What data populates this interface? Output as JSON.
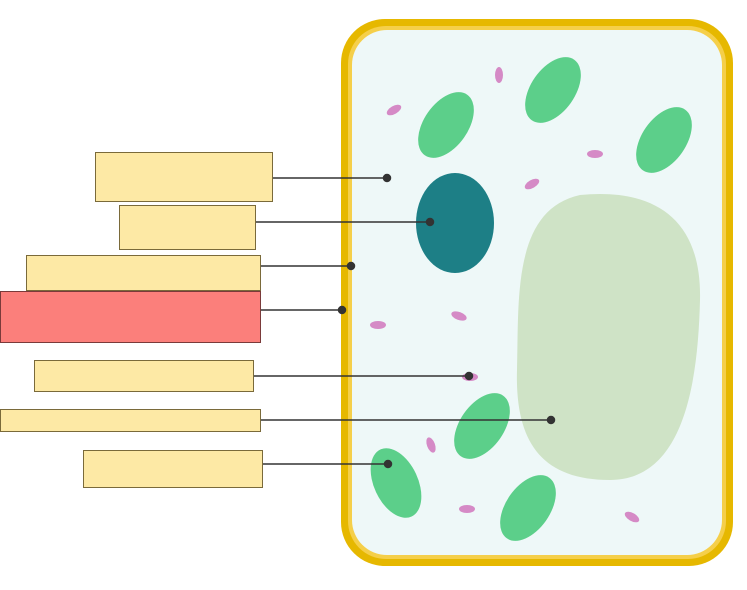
{
  "colors": {
    "cell_wall": "#e6b800",
    "cytoplasm": "#eef8f8",
    "chloroplast": "#5ccf8a",
    "nucleus": "#1d7f86",
    "vacuole": "#cfe3c6",
    "small_organelle": "#d58ac6",
    "label_fill": "#fde9a5",
    "label_fill_active": "#fb7f7b",
    "leader_line": "#333333"
  },
  "labels": [
    {
      "id": "label-box-0",
      "text": "",
      "state": "empty"
    },
    {
      "id": "label-box-1",
      "text": "",
      "state": "empty"
    },
    {
      "id": "label-box-2",
      "text": "",
      "state": "empty"
    },
    {
      "id": "label-box-3",
      "text": "",
      "state": "selected"
    },
    {
      "id": "label-box-4",
      "text": "",
      "state": "empty"
    },
    {
      "id": "label-box-5",
      "text": "",
      "state": "empty"
    },
    {
      "id": "label-box-6",
      "text": "",
      "state": "empty"
    }
  ]
}
